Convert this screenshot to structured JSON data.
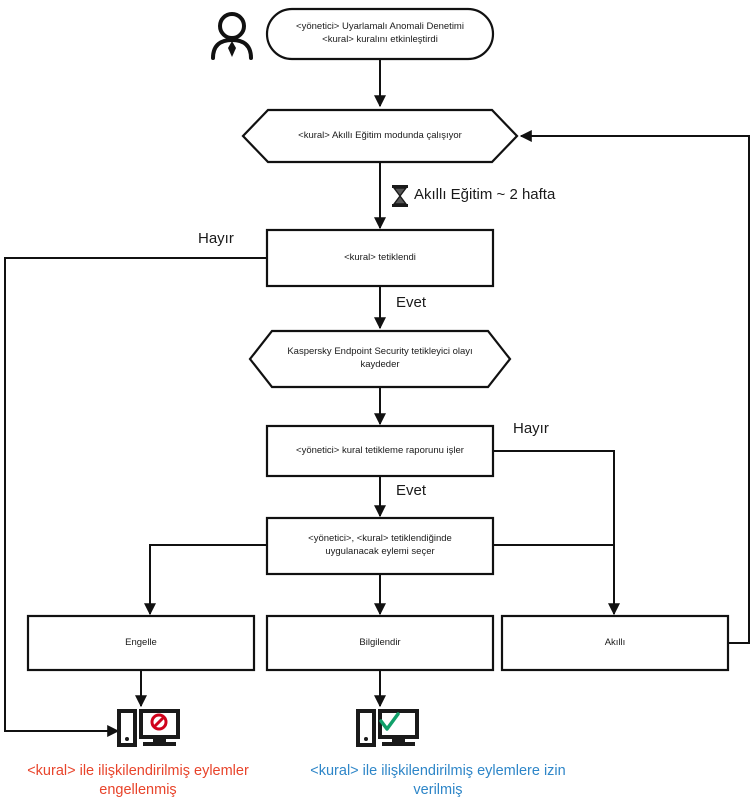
{
  "diagram": {
    "title": "Uyarlamalı Anomali Denetimi kural akışı",
    "language": "tr",
    "colors": {
      "stroke": "#111111",
      "blocked_text": "#e8442b",
      "allowed_text": "#2e86c8",
      "blocked_icon": "#d0021b",
      "allowed_icon": "#11a06a",
      "icon_dark": "#1a1a1a"
    }
  },
  "actor": {
    "name": "administrator-actor",
    "icon": "person-icon"
  },
  "nodes": {
    "start": {
      "shape": "rounded-rectangle",
      "text": "<yönetici> Uyarlamalı Anomali Denetimi\n<kural> kuralını etkinleştirdi"
    },
    "smart_training": {
      "shape": "hexagon",
      "text": "<kural> Akıllı Eğitim modunda çalışıyor"
    },
    "rule_triggered": {
      "shape": "rectangle",
      "text": "<kural> tetiklendi"
    },
    "kes_logs_event": {
      "shape": "hexagon",
      "text": "Kaspersky Endpoint Security tetikleyici olayı\nkaydeder"
    },
    "admin_processes_report": {
      "shape": "rectangle",
      "text": "<yönetici> kural tetikleme raporunu işler"
    },
    "admin_selects_action": {
      "shape": "rectangle",
      "text": "<yönetici>, <kural> tetiklendiğinde\nuygulanacak eylemi seçer"
    },
    "action_block": {
      "shape": "rectangle",
      "text": "Engelle"
    },
    "action_inform": {
      "shape": "rectangle",
      "text": "Bilgilendir"
    },
    "action_smart": {
      "shape": "rectangle",
      "text": "Akıllı"
    }
  },
  "timer": {
    "icon": "hourglass-icon",
    "text": "Akıllı Eğitim ~ 2 hafta"
  },
  "edge_labels": {
    "triggered_no": "Hayır",
    "triggered_yes": "Evet",
    "report_no": "Hayır",
    "report_yes": "Evet"
  },
  "outcomes": {
    "blocked": {
      "icon": "computer-blocked-icon",
      "caption": "<kural> ile ilişkilendirilmiş eylemler\nengellenmiş"
    },
    "allowed": {
      "icon": "computer-allowed-icon",
      "caption": "<kural> ile ilişkilendirilmiş eylemlere izin\nverilmiş"
    }
  }
}
